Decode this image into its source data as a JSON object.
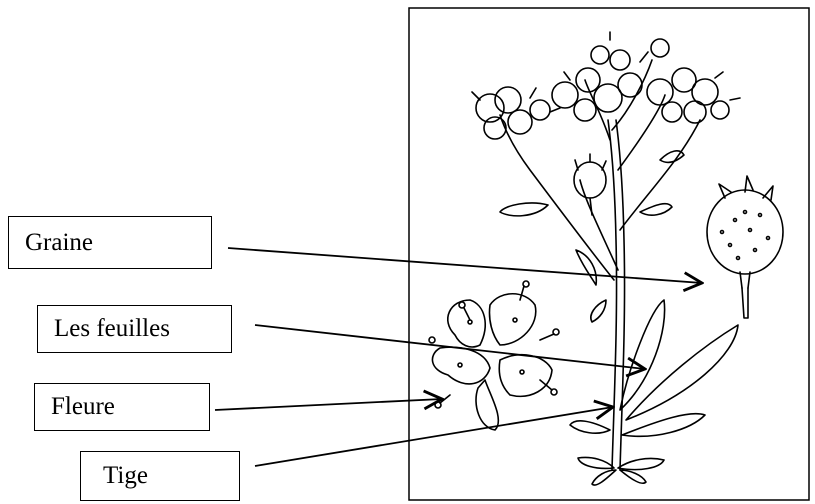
{
  "labels": {
    "graine": "Graine",
    "feuilles": "Les feuilles",
    "fleure": "Fleure",
    "tige": "Tige"
  },
  "colors": {
    "line": "#000000",
    "background": "#ffffff"
  },
  "illustration": "caper-plant-drawing"
}
